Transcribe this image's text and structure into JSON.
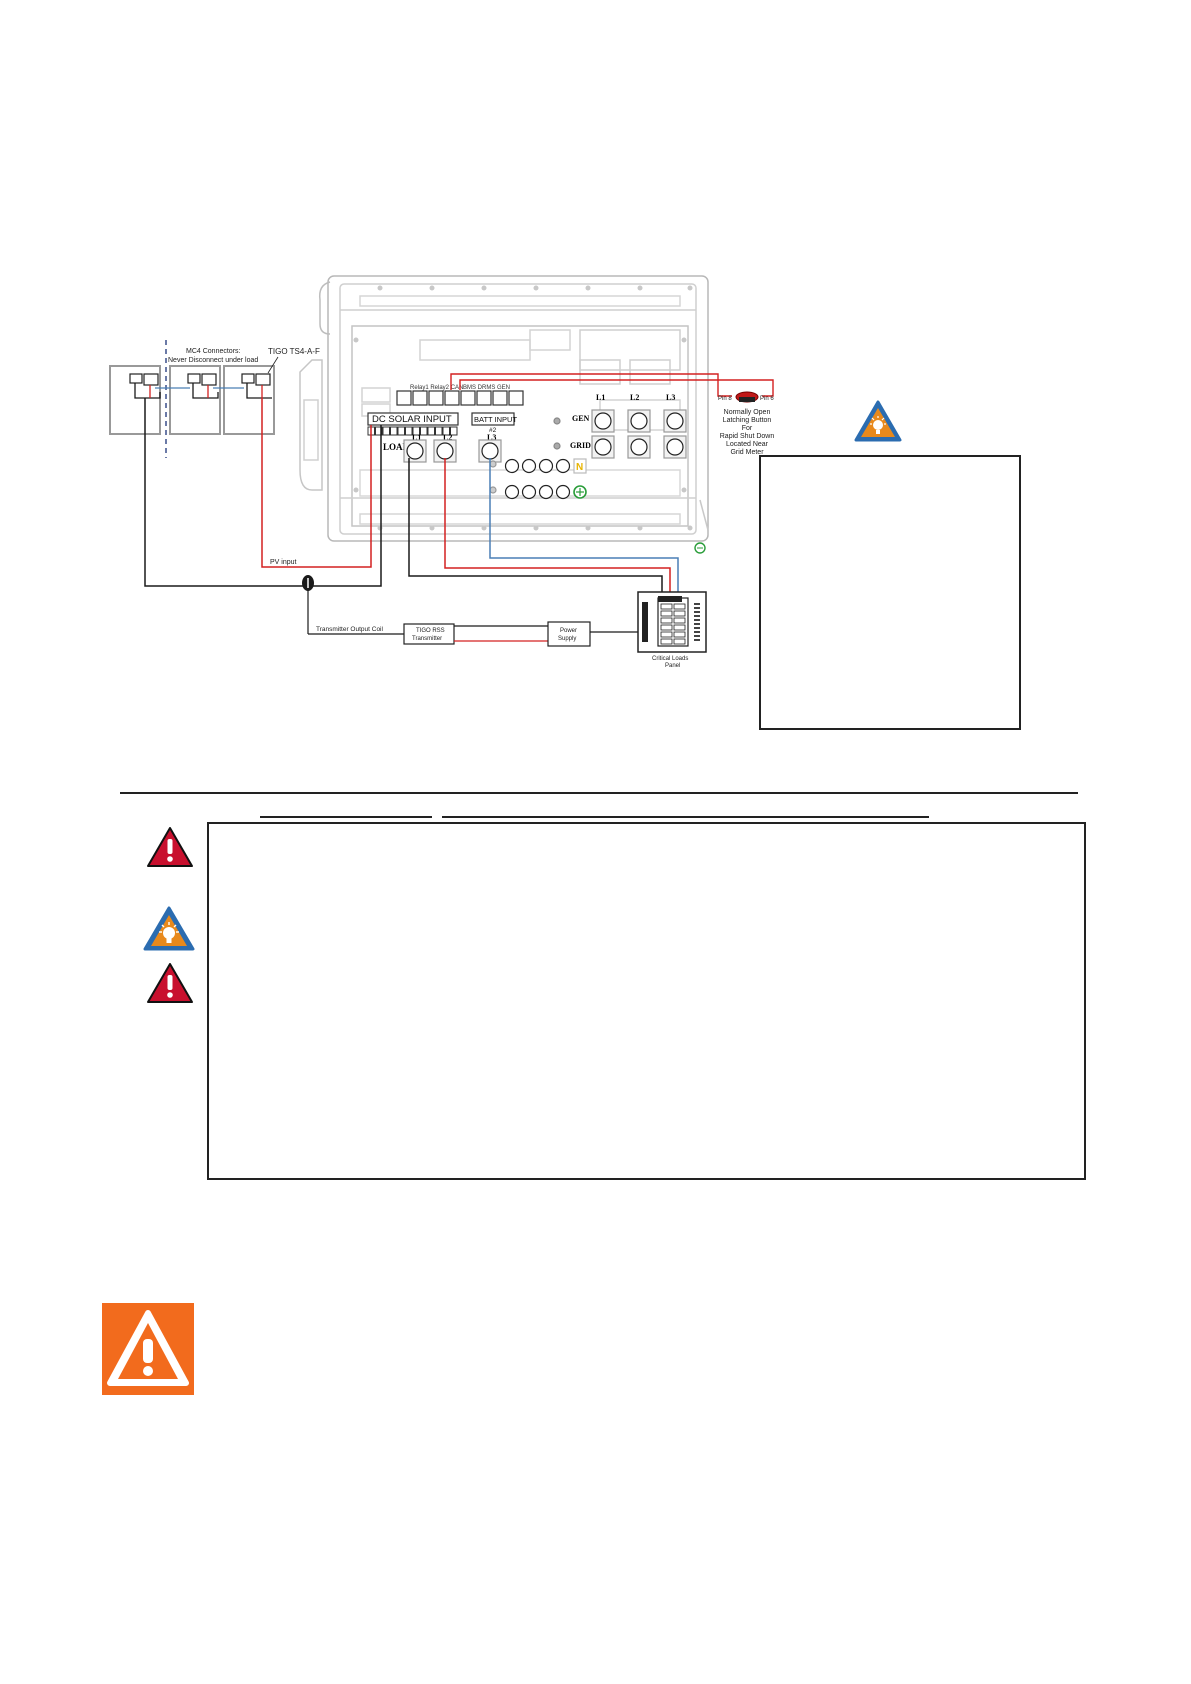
{
  "diagram": {
    "mc4_label_line1": "MC4 Connectors:",
    "mc4_label_line2": "Never Disconnect under load",
    "tigo_label": "TIGO TS4-A-F",
    "dc_solar_input": "DC SOLAR INPUT",
    "batt_input": "BATT INPUT",
    "batt_sub": "#2",
    "load": "LOAD",
    "l1": "L1",
    "l2": "L2",
    "l3": "L3",
    "gen": "GEN",
    "grid": "GRID",
    "neutral_mark": "N",
    "pv_input": "PV input",
    "transmitter_output_coil": "Transmitter Output Coil",
    "tigo_rss_line1": "TIGO RSS",
    "tigo_rss_line2": "Transmitter",
    "power_supply_line1": "Power",
    "power_supply_line2": "Supply",
    "critical_loads_line1": "Critical Loads",
    "critical_loads_line2": "Panel",
    "pin_left": "Pin 8",
    "pin_right": "Pin 6",
    "button_line1": "Normally Open",
    "button_line2": "Latching Button",
    "button_line3": "For",
    "button_line4": "Rapid Shut Down",
    "button_line5": "Located Near",
    "button_line6": "Grid Meter"
  },
  "colors": {
    "wire_red": "#d42020",
    "wire_black": "#1a1a1a",
    "wire_blue": "#4a7fb5",
    "warning_red": "#c8102e",
    "tip_orange": "#e8891c",
    "tip_blue": "#2b6cb0",
    "caution_orange": "#f26b1d",
    "neutral_yellow": "#e8b400",
    "ground_green": "#2a9d3a"
  },
  "icons": {
    "tip_top": "lightbulb-tip-icon",
    "warning_1": "warning-exclamation-icon",
    "tip_2": "lightbulb-tip-icon",
    "warning_3": "warning-exclamation-icon",
    "caution_big": "caution-triangle-icon"
  }
}
